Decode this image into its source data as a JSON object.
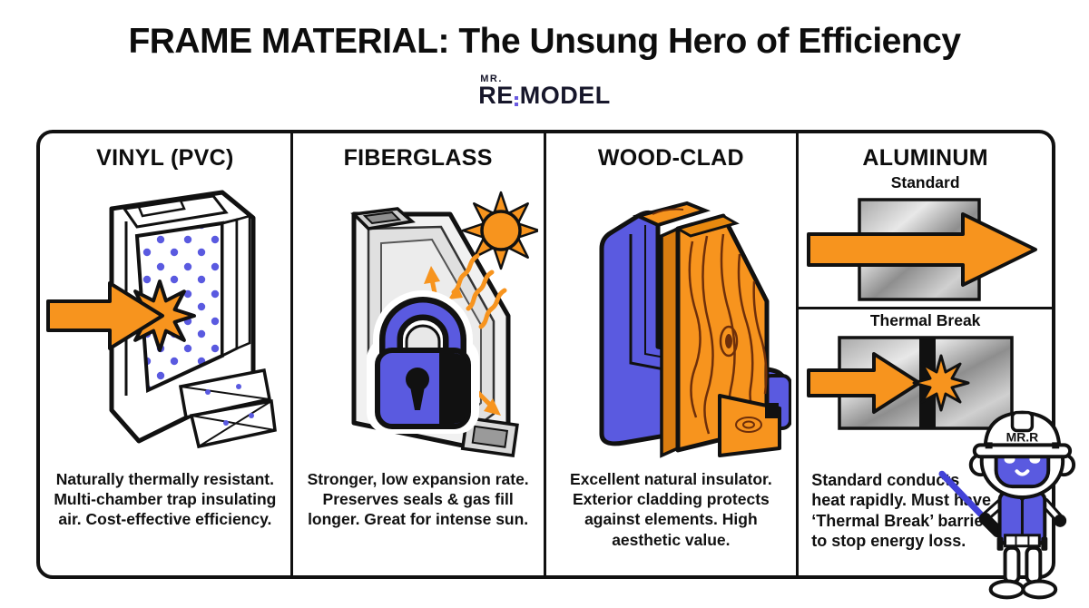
{
  "title": "FRAME MATERIAL: The Unsung Hero of Efficiency",
  "logo": {
    "prefix": "MR.",
    "name_left": "RE",
    "name_right": "MODEL"
  },
  "columns": [
    {
      "header": "VINYL (PVC)",
      "description": "Naturally thermally resistant. Multi-chamber trap insulating air. Cost-effective efficiency."
    },
    {
      "header": "FIBERGLASS",
      "description": "Stronger, low expansion rate. Preserves seals & gas fill longer. Great for intense sun."
    },
    {
      "header": "WOOD-CLAD",
      "description": "Excellent natural insulator. Exterior cladding protects against elements. High aesthetic value."
    },
    {
      "header": "ALUMINUM",
      "standard_label": "Standard",
      "thermal_label": "Thermal Break",
      "description": "Standard conducts heat rapidly. Must have ‘Thermal Break’ barrier to stop energy loss."
    }
  ],
  "mascot": {
    "hat_label": "MR.R"
  },
  "icons": [
    "heat-arrow-icon",
    "impact-burst-icon",
    "padlock-icon",
    "sun-icon",
    "window-frame-illustration",
    "robot-mascot"
  ],
  "colors": {
    "accent_orange": "#F7941E",
    "accent_blue": "#5A5AE0",
    "logo_dark": "#17172B",
    "outline": "#111111",
    "metal_gray": "#ADADAD"
  }
}
